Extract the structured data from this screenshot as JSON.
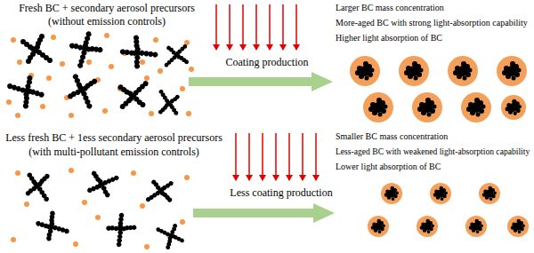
{
  "diagram": {
    "labels": [
      "Fresh BC + secondary aerosol precursors",
      "(without emission controls)",
      "Larger BC mass concentration",
      "More-aged BC with strong light-absorption capability",
      "Higher light absorption of BC",
      "Coating production",
      "Less fresh BC + 1ess secondary aerosol precursors",
      "(with multi-pollutant emission controls)",
      "Smaller BC mass concentration",
      "Less-aged BC with weakened light-absorption capability",
      "Lower light absorption of BC",
      "Less coating production"
    ]
  }
}
